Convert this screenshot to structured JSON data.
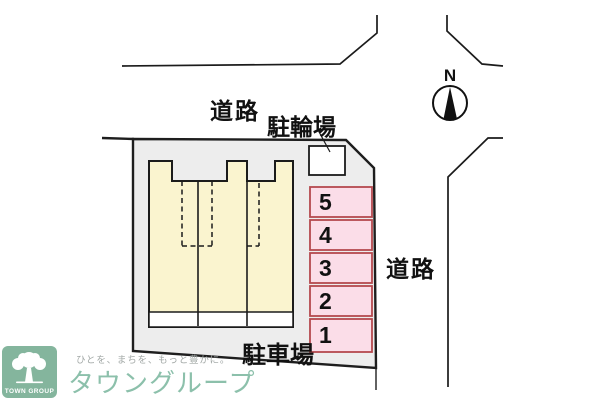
{
  "map": {
    "road_label_top": "道路",
    "road_label_right": "道路",
    "bicycle_parking_label": "駐輪場",
    "parking_label": "駐車場",
    "compass_north_label": "N",
    "parking_spaces": [
      {
        "label": "5"
      },
      {
        "label": "4"
      },
      {
        "label": "3"
      },
      {
        "label": "2"
      },
      {
        "label": "1"
      }
    ]
  },
  "branding": {
    "logo_text": "TOWN GROUP",
    "slogan": "ひとを、まちを、もっと豊かに。",
    "company_name": "タウングループ"
  },
  "colors": {
    "property_fill": "#ededed",
    "building_fill": "#faf4cf",
    "parking_space_fill": "#fbdde8",
    "parking_space_border": "#b5494e",
    "line_color": "#1b1b1b",
    "logo_green": "#84b59d",
    "brand_text_green": "#8cc0ab",
    "slogan_gray": "#a2a8a6"
  }
}
